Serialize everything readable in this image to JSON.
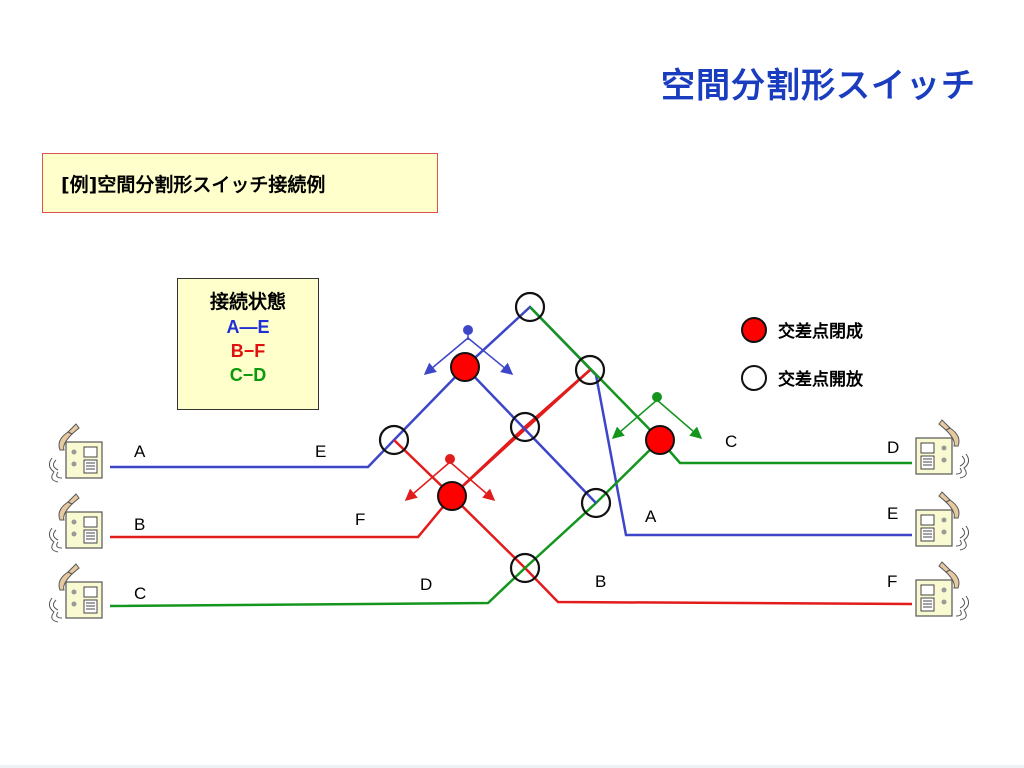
{
  "slide": {
    "title": "空間分割形スイッチ",
    "example_caption": "[例]空間分割形スイッチ接続例"
  },
  "connection_status": {
    "title": "接続状態",
    "rows": [
      {
        "text": "A—E",
        "color": "#1f2fd6"
      },
      {
        "text": "B−F",
        "color": "#e01010"
      },
      {
        "text": "C−D",
        "color": "#0a9a0a"
      }
    ]
  },
  "legend": {
    "closed": {
      "label": "交差点閉成",
      "color": "#ff0000"
    },
    "open": {
      "label": "交差点開放"
    }
  },
  "lines": {
    "colors": {
      "blue": "#3d46c8",
      "red": "#e21b1b",
      "green": "#14961e"
    },
    "left_terminals": [
      "A",
      "B",
      "C"
    ],
    "right_terminals": [
      "D",
      "E",
      "F"
    ],
    "left_labels": [
      "E",
      "F",
      "D"
    ],
    "right_labels": [
      "C",
      "A",
      "B"
    ]
  }
}
